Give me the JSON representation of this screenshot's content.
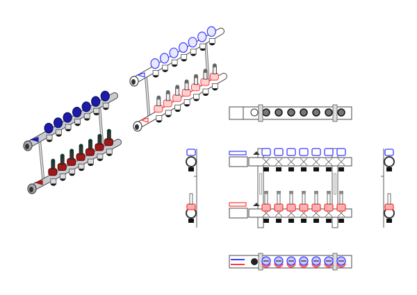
{
  "drawing": {
    "outlets": 7,
    "colors": {
      "supply_solid": "#1c1ca8",
      "return_solid": "#a01818",
      "supply_line": "#3a3aff",
      "return_line": "#ff3a3a",
      "body": "#c8ccd2",
      "outline": "#444444",
      "cap": "#111111"
    },
    "views": [
      "isometric-colored",
      "isometric-outline",
      "top-view",
      "front-view",
      "left-side-view",
      "right-side-view",
      "bottom-view"
    ]
  }
}
